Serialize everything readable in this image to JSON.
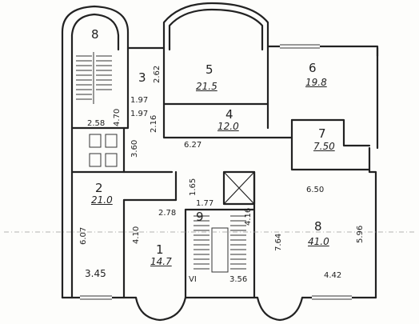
{
  "plan": {
    "rooms": [
      {
        "number": "1",
        "area": "14.7"
      },
      {
        "number": "2",
        "area": "21.0"
      },
      {
        "number": "3",
        "area": ""
      },
      {
        "number": "4",
        "area": "12.0"
      },
      {
        "number": "5",
        "area": "21.5"
      },
      {
        "number": "6",
        "area": "19.8"
      },
      {
        "number": "7",
        "area": "7.50"
      },
      {
        "number": "8",
        "area": "41.0"
      },
      {
        "number": "9",
        "area": ""
      }
    ],
    "stair_label": "8",
    "corner_mark": "VI",
    "dimensions": [
      "2.62",
      "1.97",
      "1.97",
      "4.70",
      "2.16",
      "2.58",
      "3.60",
      "6.27",
      "1.65",
      "1.77",
      "6.50",
      "2.78",
      "4.16",
      "4.10",
      "6.07",
      "7.64",
      "5.96",
      "3.45",
      "3.56",
      "4.42"
    ]
  }
}
